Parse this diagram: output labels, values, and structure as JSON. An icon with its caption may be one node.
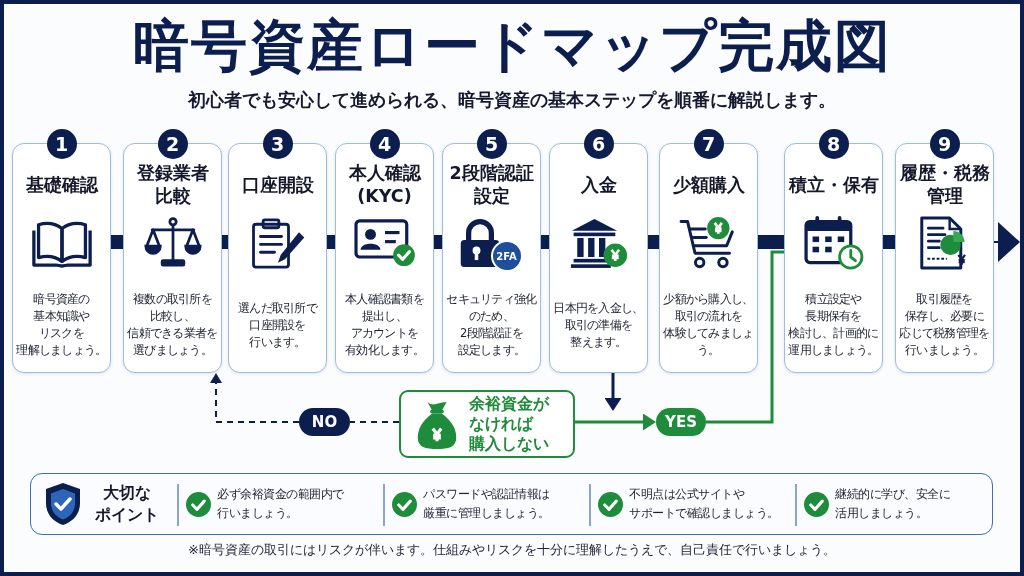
{
  "diagram": {
    "title": "暗号資産ロードマップ完成図",
    "nodes": [
      {
        "text": [
          "1",
          "基礎確認",
          "暗号資産の基本知識やリスクを理解しましょう。"
        ]
      },
      {
        "text": [
          "2",
          "登録業者比較",
          "複数の取引所を比較し、信頼できる業者を選びましょう。"
        ]
      },
      {
        "text": [
          "3",
          "口座開設",
          "選んだ取引所で口座開設を行います。"
        ]
      },
      {
        "text": [
          "4",
          "本人確認(KYC)",
          "本人確認書類を提出し、アカウントを有効化します。"
        ]
      },
      {
        "text": [
          "5",
          "2段階認証設定",
          "2FA",
          "セキュリティ強化のため、2段階認証を設定します。"
        ]
      },
      {
        "text": [
          "6",
          "入金",
          "日本円を入金し、取引の準備を整えます。"
        ]
      },
      {
        "text": [
          "7",
          "少額購入",
          "少額から購入し、取引の流れを体験してみましょう。"
        ]
      },
      {
        "text": [
          "8",
          "積立・保有",
          "積立設定や長期保有を検討し、計画的に運用しましょう。"
        ]
      },
      {
        "text": [
          "9",
          "履歴・税務管理",
          "取引履歴を保存し、必要に応じて税務管理を行いましょう。"
        ]
      },
      {
        "text": [
          "余裕資金がなければ購入しない"
        ]
      },
      {
        "text": [
          "NO"
        ]
      },
      {
        "text": [
          "YES"
        ]
      },
      {
        "text": [
          "大切なポイント",
          "必ず余裕資金の範囲内で行いましょう。",
          "パスワードや認証情報は厳重に管理しましょう。",
          "不明点は公式サイトやサポートで確認しましょう。",
          "継続的に学び、安全に活用しましょう。"
        ]
      }
    ],
    "edges": [
      {
        "from": 0,
        "to": 1,
        "arrow": "none"
      },
      {
        "from": 1,
        "to": 2,
        "arrow": "none"
      },
      {
        "from": 2,
        "to": 3,
        "arrow": "none"
      },
      {
        "from": 3,
        "to": 4,
        "arrow": "none"
      },
      {
        "from": 4,
        "to": 5,
        "arrow": "none"
      },
      {
        "from": 5,
        "to": 6,
        "arrow": "none"
      },
      {
        "from": 6,
        "to": 7,
        "arrow": "none"
      },
      {
        "from": 7,
        "to": 8,
        "arrow": "none"
      },
      {
        "from": 8,
        "to": null,
        "arrow": "to"
      },
      {
        "from": 5,
        "to": null,
        "arrow": "to"
      },
      {
        "from": 9,
        "to": 10,
        "arrow": "none",
        "style": "dashed"
      },
      {
        "from": 10,
        "to": 1,
        "arrow": "to",
        "style": "dashed"
      },
      {
        "from": 9,
        "to": 11,
        "arrow": "to",
        "color": "#1e8c3a"
      },
      {
        "from": 11,
        "to": 7,
        "arrow": "none",
        "color": "#1e8c3a"
      }
    ],
    "labels": [
      "初心者でも安心して進められる、暗号資産の基本ステップを順番に解説します。",
      "※暗号資産の取引にはリスクが伴います。仕組みやリスクを十分に理解したうえで、自己責任で行いましょう。"
    ]
  }
}
